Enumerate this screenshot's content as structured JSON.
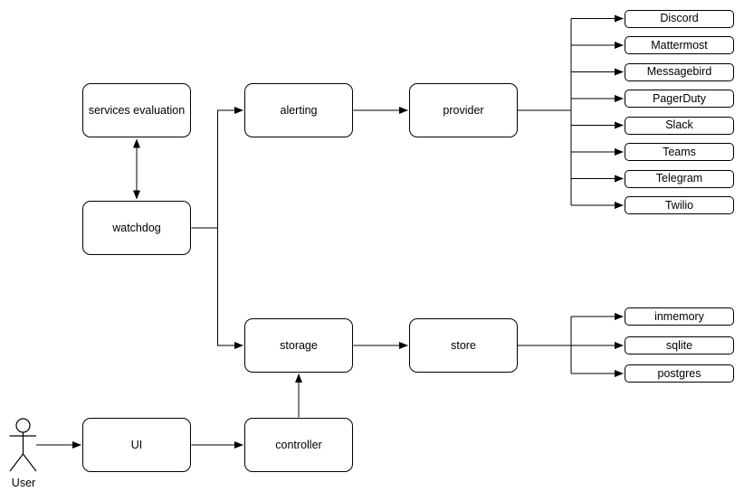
{
  "diagram": {
    "background": "#ffffff",
    "stroke_color": "#000000",
    "node_fill": "#ffffff",
    "nodes": {
      "services_evaluation": {
        "label": "services evaluation"
      },
      "watchdog": {
        "label": "watchdog"
      },
      "alerting": {
        "label": "alerting"
      },
      "provider": {
        "label": "provider"
      },
      "storage": {
        "label": "storage"
      },
      "store": {
        "label": "store"
      },
      "ui": {
        "label": "UI"
      },
      "controller": {
        "label": "controller"
      }
    },
    "provider_targets": [
      "Discord",
      "Mattermost",
      "Messagebird",
      "PagerDuty",
      "Slack",
      "Teams",
      "Telegram",
      "Twilio"
    ],
    "store_targets": [
      "inmemory",
      "sqlite",
      "postgres"
    ],
    "actor": {
      "label": "User"
    }
  }
}
